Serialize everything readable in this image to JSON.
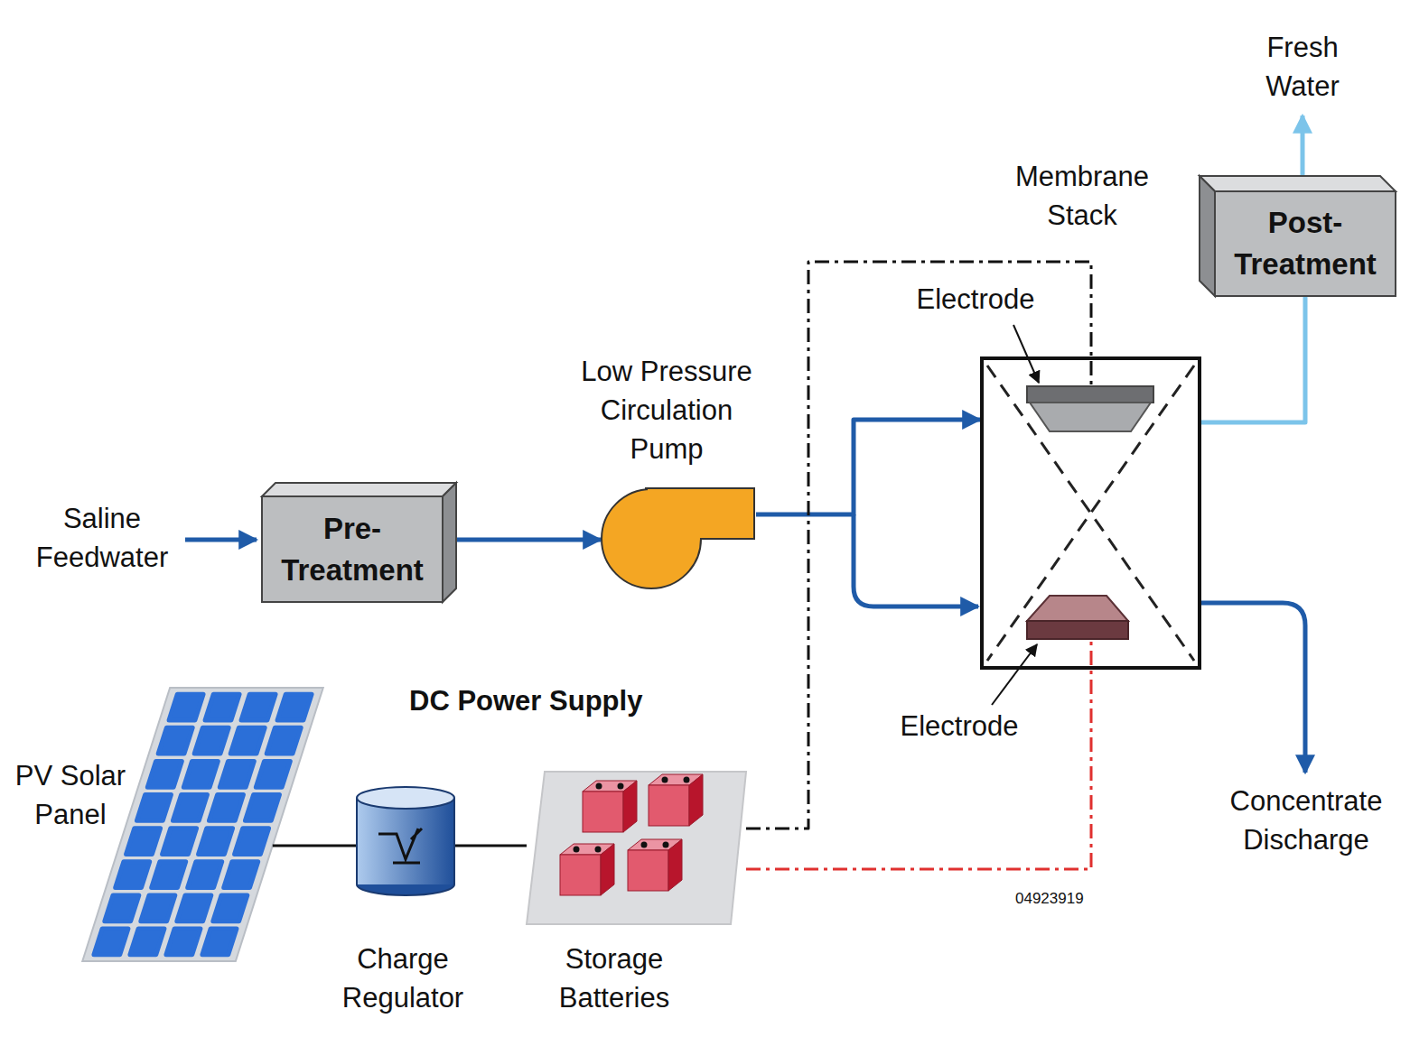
{
  "diagram": {
    "nodes": [
      {
        "text": [
          "Pre- Treatment"
        ]
      },
      {
        "text": [
          "Low Pressure Circulation Pump"
        ]
      },
      {
        "text": [
          "Membrane Stack"
        ]
      },
      {
        "text": [
          "Electrode"
        ],
        "in": 2
      },
      {
        "text": [
          "Electrode"
        ],
        "in": 2
      },
      {
        "text": [
          "Post- Treatment"
        ]
      },
      {
        "text": [
          "PV Solar Panel"
        ]
      },
      {
        "text": [
          "Charge Regulator"
        ]
      },
      {
        "text": [
          "Storage Batteries"
        ]
      }
    ],
    "edges": [
      {
        "from": 0,
        "to": 1,
        "arrow": "to"
      },
      {
        "from": 1,
        "to": 2,
        "arrow": "to"
      },
      {
        "from": 2,
        "to": 5,
        "arrow": "none"
      },
      {
        "from": 6,
        "to": 7,
        "arrow": "none"
      },
      {
        "from": 7,
        "to": 8,
        "arrow": "none"
      },
      {
        "from": 8,
        "to": 3,
        "arrow": "none"
      },
      {
        "from": 8,
        "to": 4,
        "arrow": "none"
      }
    ],
    "labels": [
      "Saline Feedwater",
      "Fresh Water",
      "Concentrate Discharge",
      "DC Power Supply",
      "04923919"
    ]
  }
}
